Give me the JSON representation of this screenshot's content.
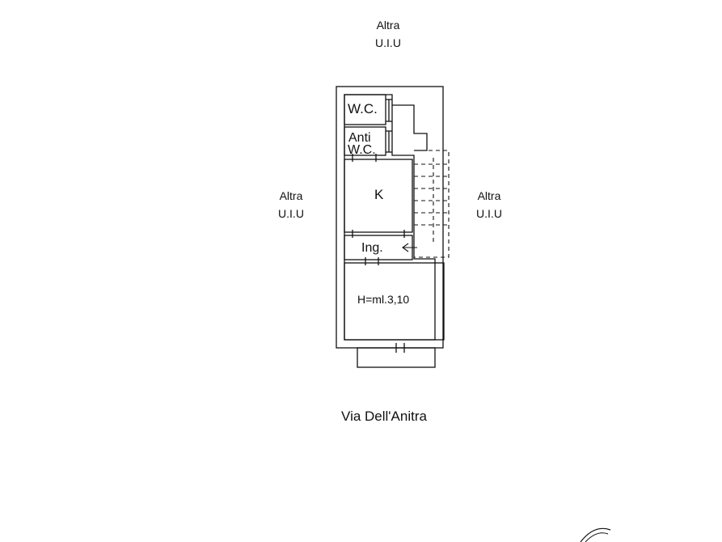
{
  "neighbors": {
    "top": {
      "line1": "Altra",
      "line2": "U.I.U"
    },
    "left": {
      "line1": "Altra",
      "line2": "U.I.U"
    },
    "right": {
      "line1": "Altra",
      "line2": "U.I.U"
    }
  },
  "rooms": {
    "wc": "W.C.",
    "anti_wc_line1": "Anti",
    "anti_wc_line2": "W.C.",
    "kitchen": "K",
    "entrance": "Ing.",
    "main_room_height": "H=ml.3,10"
  },
  "street": "Via Dell'Anitra"
}
